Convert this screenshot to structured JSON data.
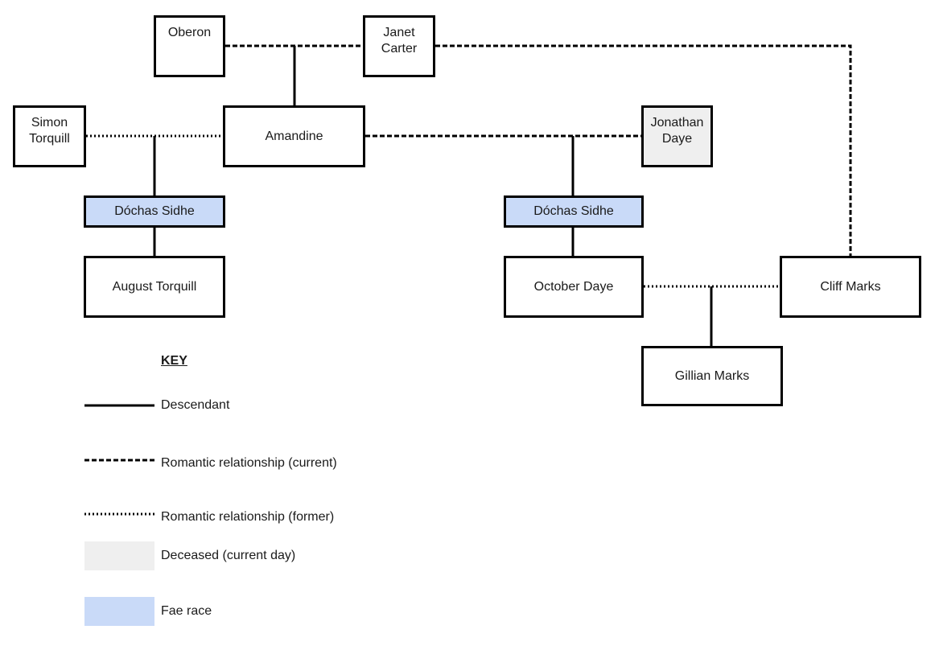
{
  "nodes": {
    "oberon": "Oberon",
    "janet_line1": "Janet",
    "janet_line2": "Carter",
    "simon_line1": "Simon",
    "simon_line2": "Torquill",
    "amandine": "Amandine",
    "jonathan_line1": "Jonathan",
    "jonathan_line2": "Daye",
    "dochas_left": "Dóchas Sidhe",
    "dochas_right": "Dóchas Sidhe",
    "august": "August Torquill",
    "october": "October Daye",
    "cliff": "Cliff Marks",
    "gillian": "Gillian Marks"
  },
  "key": {
    "title": "KEY",
    "descendant": "Descendant",
    "current": "Romantic relationship (current)",
    "former": "Romantic relationship (former)",
    "deceased": "Deceased (current day)",
    "fae": "Fae race"
  },
  "colors": {
    "fae_race": "#c9daf8",
    "deceased": "#efefef",
    "border": "#000000"
  }
}
